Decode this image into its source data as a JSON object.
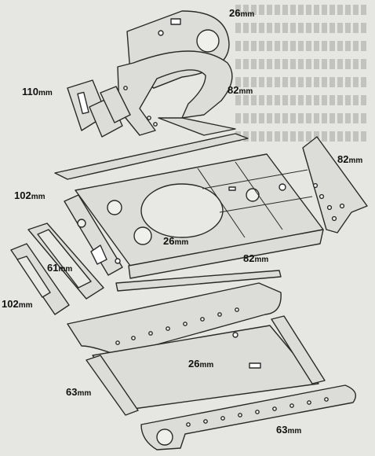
{
  "labels": {
    "turret_top": "26",
    "turret_side": "82",
    "mantlet": "110",
    "hull_side_right": "82",
    "hull_front": "102",
    "hull_top": "26",
    "hull_bottom_edge": "82",
    "glacis": "61",
    "lower_front": "102",
    "hull_floor": "26",
    "track_left": "63",
    "track_right": "63",
    "unit": "mm"
  },
  "colors": {
    "paper": "#e6e6e2",
    "ink": "#2a2a2a",
    "fill": "#d9d9d5"
  }
}
